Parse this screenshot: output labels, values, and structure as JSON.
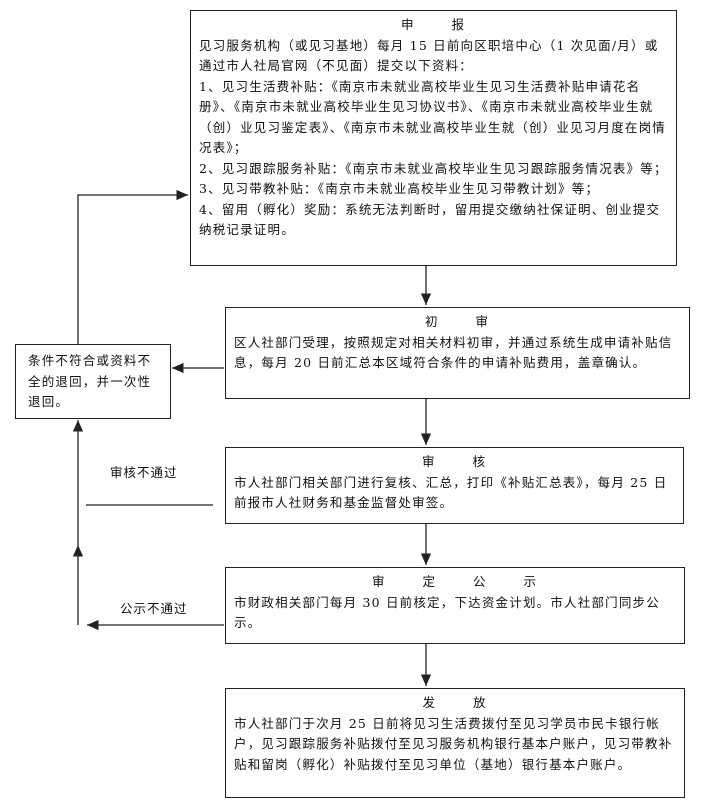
{
  "steps": [
    {
      "title_a": "申",
      "title_b": "报",
      "lines": [
        "见习服务机构（或见习基地）每月 15 日前向区职培中心（1 次见面/月）或通过市人社局官网（不见面）提交以下资料：",
        "1、见习生活费补贴：《南京市未就业高校毕业生见习生活费补贴申请花名册》、《南京市未就业高校毕业生见习协议书》、《南京市未就业高校毕业生就（创）业见习鉴定表》、《南京市未就业高校毕业生就（创）业见习月度在岗情况表》；",
        "2、见习跟踪服务补贴：《南京市未就业高校毕业生见习跟踪服务情况表》等；",
        "3、见习带教补贴：《南京市未就业高校毕业生见习带教计划》等；",
        "4、留用（孵化）奖励：系统无法判断时，留用提交缴纳社保证明、创业提交纳税记录证明。"
      ]
    },
    {
      "title_a": "初",
      "title_b": "审",
      "lines": [
        "区人社部门受理，按照规定对相关材料初审，并通过系统生成申请补贴信息，每月 20 日前汇总本区域符合条件的申请补贴费用，盖章确认。"
      ]
    },
    {
      "title_a": "审",
      "title_b": "核",
      "lines": [
        "市人社部门相关部门进行复核、汇总，打印《补贴汇总表》，每月 25 日前报市人社财务和基金监督处审签。"
      ]
    },
    {
      "title_a": "审 定",
      "title_b": "公 示",
      "lines": [
        "市财政相关部门每月 30 日前核定，下达资金计划。市人社部门同步公示。"
      ]
    },
    {
      "title_a": "发",
      "title_b": "放",
      "lines": [
        "市人社部门于次月 25 日前将见习生活费拨付至见习学员市民卡银行帐户，见习跟踪服务补贴拨付至见习服务机构银行基本户账户，见习带教补贴和留岗（孵化）补贴拨付至见习单位（基地）银行基本户账户。"
      ]
    }
  ],
  "reject_box": "条件不符合或资料不全的退回，并一次性退回。",
  "labels": {
    "review_fail": "审核不通过",
    "publicity_fail": "公示不通过"
  }
}
